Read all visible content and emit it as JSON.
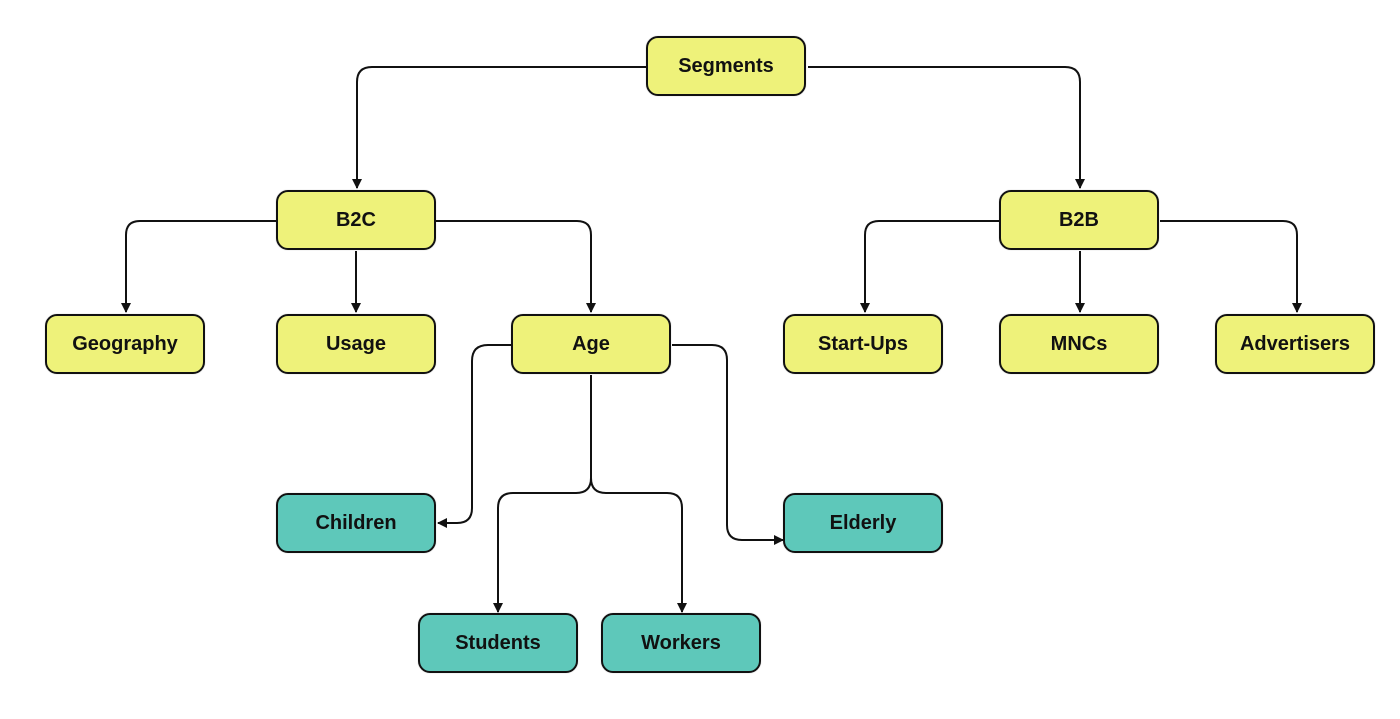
{
  "colors": {
    "category_fill": "#eef27a",
    "leaf_fill": "#5ec8ba",
    "stroke": "#111111",
    "background": "#ffffff"
  },
  "nodes": {
    "segments": "Segments",
    "b2c": "B2C",
    "b2b": "B2B",
    "geography": "Geography",
    "usage": "Usage",
    "age": "Age",
    "startups": "Start-Ups",
    "mncs": "MNCs",
    "advertisers": "Advertisers",
    "children": "Children",
    "elderly": "Elderly",
    "students": "Students",
    "workers": "Workers"
  },
  "edges": [
    {
      "from": "Segments",
      "to": "B2C"
    },
    {
      "from": "Segments",
      "to": "B2B"
    },
    {
      "from": "B2C",
      "to": "Geography"
    },
    {
      "from": "B2C",
      "to": "Usage"
    },
    {
      "from": "B2C",
      "to": "Age"
    },
    {
      "from": "B2B",
      "to": "Start-Ups"
    },
    {
      "from": "B2B",
      "to": "MNCs"
    },
    {
      "from": "B2B",
      "to": "Advertisers"
    },
    {
      "from": "Age",
      "to": "Children"
    },
    {
      "from": "Age",
      "to": "Students"
    },
    {
      "from": "Age",
      "to": "Workers"
    },
    {
      "from": "Age",
      "to": "Elderly"
    }
  ]
}
